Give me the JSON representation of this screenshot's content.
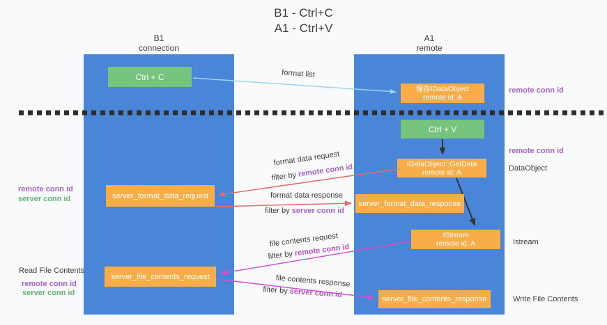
{
  "colors": {
    "background": "#f9fafb",
    "lane_blue": "#4a86d8",
    "green": "#76c47e",
    "orange": "#f9ad49",
    "box_text": "#ffffff",
    "dark_text": "#3d3d3d",
    "arrow_blue": "#9fd2f0",
    "arrow_black": "#333333",
    "arrow_red": "#e06c6c",
    "arrow_magenta": "#cf52cc",
    "purple_text": "#a963cf",
    "magenta_text": "#bb4fc9",
    "green_text": "#60b873",
    "dash_color": "#2e2e2e"
  },
  "title": {
    "line1": "B1 - Ctrl+C",
    "line2": "A1 - Ctrl+V"
  },
  "lanes": {
    "left": {
      "line1": "B1",
      "line2": "connection"
    },
    "right": {
      "line1": "A1",
      "line2": "remote"
    }
  },
  "boxes": {
    "ctrl_c": {
      "label": "Ctrl + C"
    },
    "ctrl_v": {
      "label": "Ctrl + V"
    },
    "save_dataobject": {
      "line1": "保存IDataObject",
      "line2": "remote id: A"
    },
    "getdata": {
      "line1": "IDataObject::GetData",
      "line2": "remote id: A"
    },
    "istream": {
      "line1": "IStream",
      "line2": "remote id: A"
    },
    "format_request": {
      "label": "server_format_data_request"
    },
    "format_response": {
      "label": "server_format_data_response"
    },
    "file_request": {
      "label": "server_file_contents_request"
    },
    "file_response": {
      "label": "server_file_contents_response"
    }
  },
  "edge_labels": {
    "format_list": "format list",
    "format_data_request": "format data request",
    "format_data_response": "format data response",
    "file_contents_request": "file contents request",
    "file_contents_response": "file contents response",
    "filter_prefix": "filter by ",
    "remote_conn_id": "remote conn id",
    "server_conn_id": "server conn id"
  },
  "side_labels": {
    "left": {
      "remote_conn_id": "remote conn id",
      "server_conn_id": "server conn id",
      "read_file_contents": "Read File Contents",
      "remote_conn_id_2": "remote conn id",
      "server_conn_id_2": "server conn id"
    },
    "right": {
      "remote_conn_id_top": "remote conn id",
      "remote_conn_id_mid": "remote conn id",
      "dataobject": "DataObject",
      "istream": "Istream",
      "write_file_contents": "Write File Contents"
    }
  }
}
